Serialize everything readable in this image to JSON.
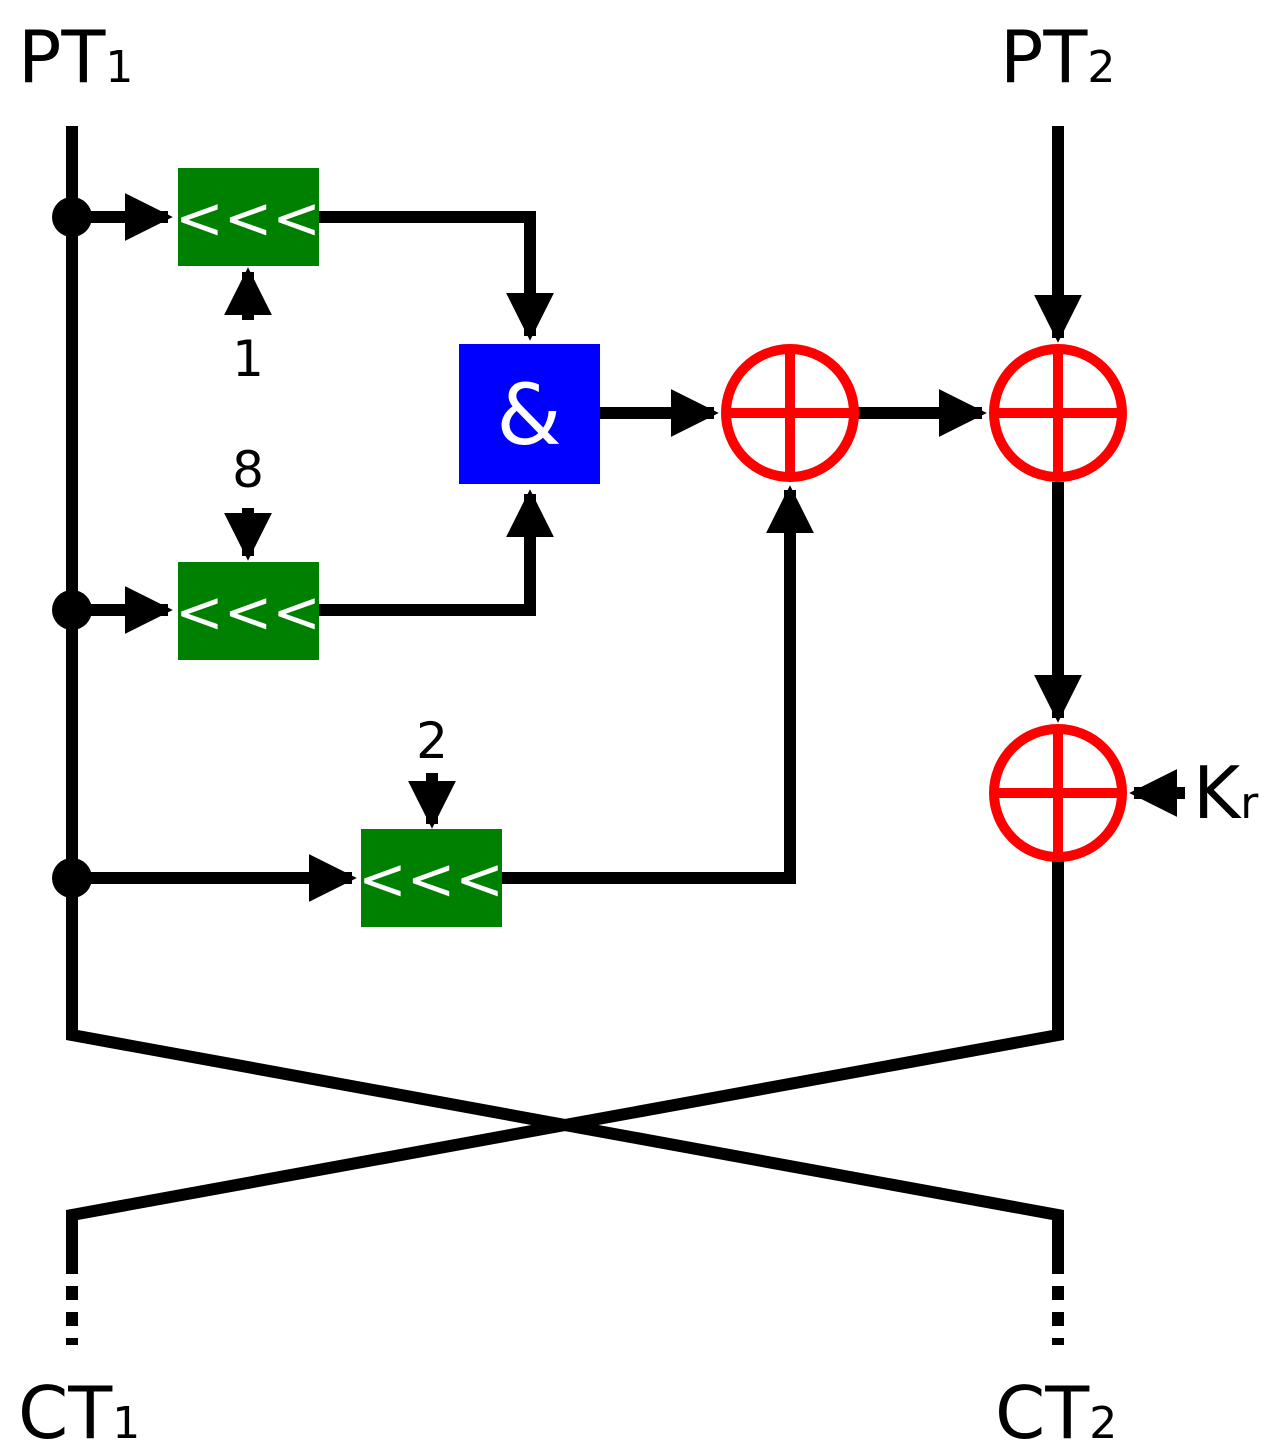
{
  "labels": {
    "pt1": {
      "main": "PT",
      "sub": "1"
    },
    "pt2": {
      "main": "PT",
      "sub": "2"
    },
    "ct1": {
      "main": "CT",
      "sub": "1"
    },
    "ct2": {
      "main": "CT",
      "sub": "2"
    },
    "key": {
      "main": "K",
      "sub": "r"
    }
  },
  "rotations": {
    "rot1": {
      "symbol": "<<<",
      "amount": "1"
    },
    "rot2": {
      "symbol": "<<<",
      "amount": "8"
    },
    "rot3": {
      "symbol": "<<<",
      "amount": "2"
    }
  },
  "and_gate": {
    "symbol": "&"
  },
  "colors": {
    "line": "#000000",
    "rotate_box": "#008000",
    "and_box": "#0000ff",
    "xor": "#ff0000",
    "box_text": "#ffffff"
  }
}
